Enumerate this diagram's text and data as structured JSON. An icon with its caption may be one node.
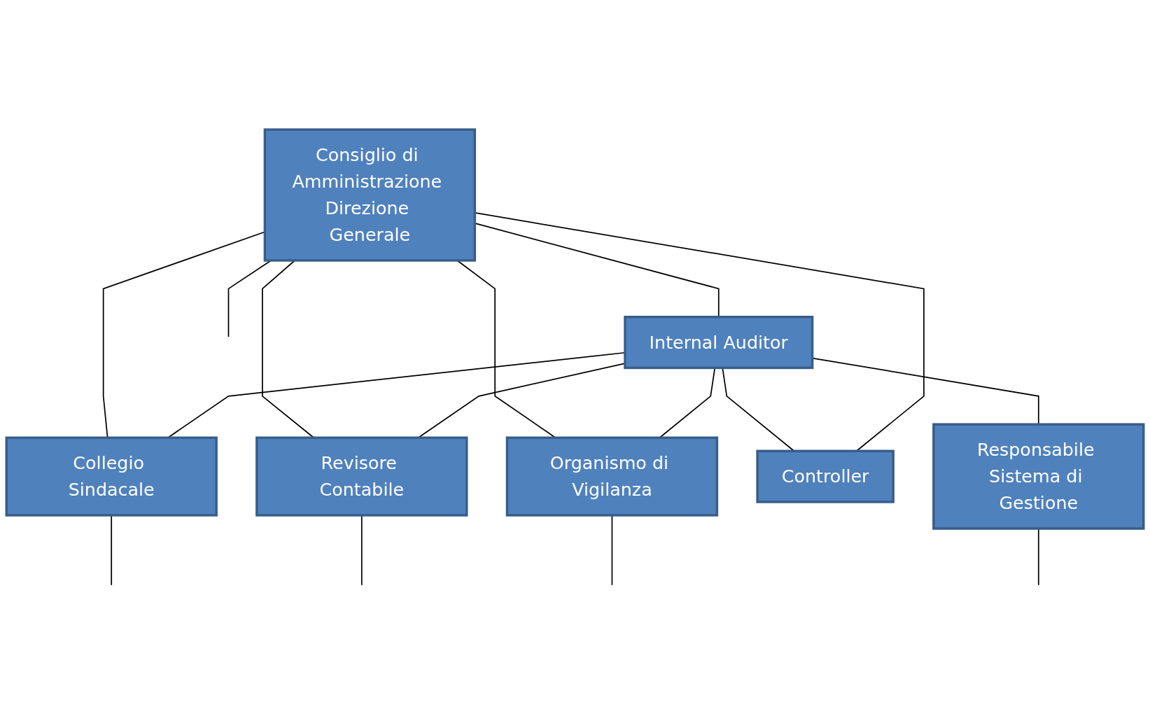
{
  "diagram": {
    "nodes": [
      {
        "text": [
          "Consiglio di Amministrazione Direzione Generale"
        ]
      },
      {
        "text": [
          "Collegio Sindacale"
        ]
      },
      {
        "text": [
          "Revisore Contabile"
        ]
      },
      {
        "text": [
          "Internal Auditor"
        ]
      },
      {
        "text": [
          "Organismo di Vigilanza"
        ]
      },
      {
        "text": [
          "Controller"
        ]
      },
      {
        "text": [
          "Responsabile Sistema di Gestione"
        ]
      }
    ],
    "edges": [
      {
        "from": 0,
        "to": 1,
        "arrow": "none"
      },
      {
        "from": 0,
        "to": 2,
        "arrow": "none"
      },
      {
        "from": 0,
        "to": 4,
        "arrow": "none"
      },
      {
        "from": 0,
        "to": 3,
        "arrow": "none"
      },
      {
        "from": 3,
        "to": 1,
        "arrow": "none"
      },
      {
        "from": 3,
        "to": 2,
        "arrow": "none"
      },
      {
        "from": 3,
        "to": 4,
        "arrow": "none"
      },
      {
        "from": 3,
        "to": 5,
        "arrow": "none"
      },
      {
        "from": 3,
        "to": 6,
        "arrow": "none"
      },
      {
        "from": 0,
        "to": 5,
        "arrow": "none"
      },
      {
        "from": 0,
        "to": null,
        "arrow": "none"
      },
      {
        "from": 1,
        "to": null,
        "arrow": "none"
      },
      {
        "from": 2,
        "to": null,
        "arrow": "none"
      },
      {
        "from": 4,
        "to": null,
        "arrow": "none"
      },
      {
        "from": 6,
        "to": null,
        "arrow": "none"
      }
    ]
  }
}
